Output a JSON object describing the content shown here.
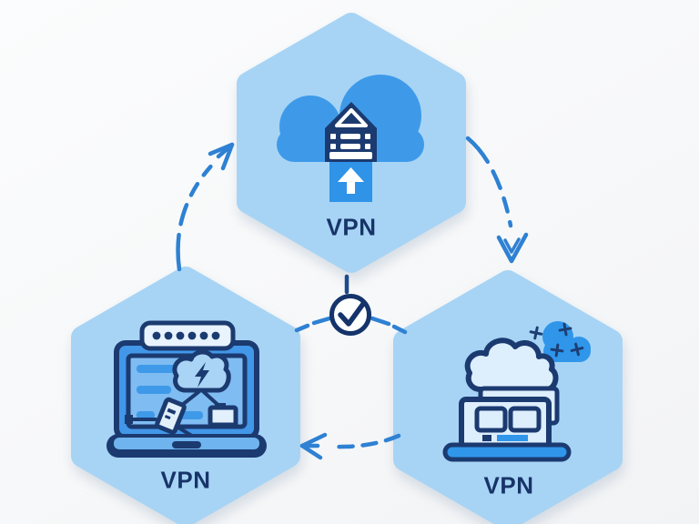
{
  "diagram": {
    "type": "vpn-concept-cycle",
    "nodes": [
      {
        "id": "top",
        "label": "VPN",
        "icon": "cloud-upload-server-icon"
      },
      {
        "id": "left",
        "label": "VPN",
        "icon": "laptop-password-network-icon",
        "password_dots": 6
      },
      {
        "id": "right",
        "label": "VPN",
        "icon": "cloud-sync-laptop-icon"
      }
    ],
    "center": {
      "icon": "checkmark-circle-icon"
    },
    "arrows": [
      {
        "from": "left",
        "to": "top",
        "style": "dashed-curved"
      },
      {
        "from": "top",
        "to": "right",
        "style": "dashed-curved"
      },
      {
        "from": "right",
        "to": "left",
        "style": "dashed-curved"
      }
    ],
    "colors": {
      "background": "#f7f8f9",
      "hexagon_fill": "#a7d4f5",
      "outline_navy": "#1b3a70",
      "accent_blue": "#3e9ae9",
      "deep_blue": "#2f93e8",
      "light_fill": "#e2f0fc",
      "arrow_blue": "#2e81d3",
      "label_navy": "#173468"
    }
  },
  "labels": {
    "top_node": "VPN",
    "left_node": "VPN",
    "right_node": "VPN"
  }
}
